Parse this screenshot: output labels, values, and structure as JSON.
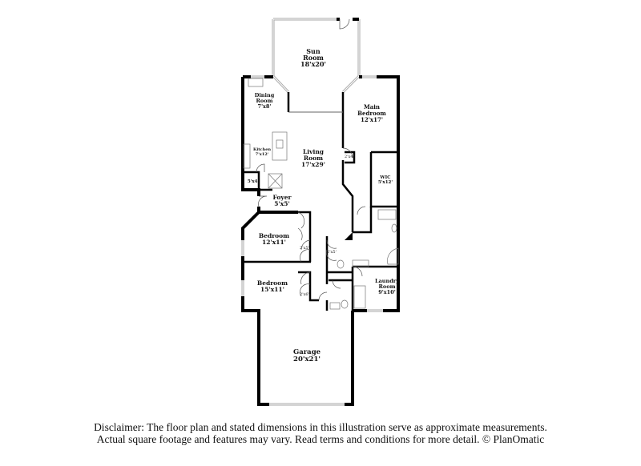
{
  "rooms": {
    "sun_room": {
      "name_1": "Sun",
      "name_2": "Room",
      "dims": "18'x20'"
    },
    "dining_room": {
      "name_1": "Dining",
      "name_2": "Room",
      "dims": "7'x8'"
    },
    "main_bedroom": {
      "name_1": "Main",
      "name_2": "Bedroom",
      "dims": "12'x17'"
    },
    "kitchen": {
      "name": "Kitchen",
      "dims": "7'x12'"
    },
    "living_room": {
      "name_1": "Living",
      "name_2": "Room",
      "dims": "17'x29'"
    },
    "wic": {
      "name": "WIC",
      "dims": "5'x12'"
    },
    "pantry": {
      "dims": "5'x4'"
    },
    "foyer": {
      "name": "Foyer",
      "dims": "5'x5'"
    },
    "bedroom_1": {
      "name": "Bedroom",
      "dims": "12'x11'"
    },
    "bedroom_2": {
      "name": "Bedroom",
      "dims": "15'x11'"
    },
    "laundry_room": {
      "name_1": "Laundry",
      "name_2": "Room",
      "dims": "9'x10'"
    },
    "garage": {
      "name": "Garage",
      "dims": "20'x21'"
    },
    "closets": [
      "2'x4'",
      "2'x5'",
      "2'x5'",
      "2'x6'"
    ]
  },
  "disclaimer": {
    "line_1": "Disclaimer: The floor plan and stated dimensions in this illustration serve as approximate measurements.",
    "line_2": "Actual square footage and features may vary. Read terms and conditions for more detail. © PlanOmatic"
  },
  "colors": {
    "wall": "#000000",
    "window": "#bbbbbb"
  }
}
